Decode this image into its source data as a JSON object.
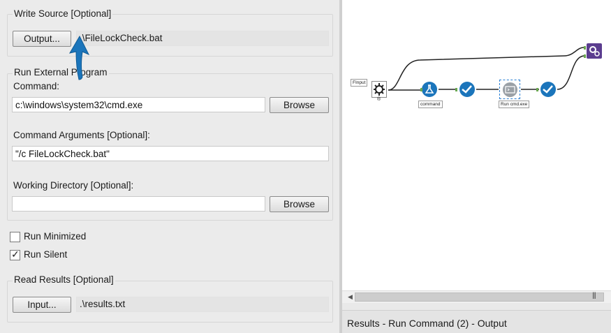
{
  "write_source": {
    "title": "Write Source [Optional]",
    "output_button": "Output...",
    "output_file": ".\\FileLockCheck.bat"
  },
  "run_external": {
    "title": "Run External Program",
    "command_label": "Command:",
    "command_value": "c:\\windows\\system32\\cmd.exe",
    "browse_label": "Browse",
    "args_label": "Command Arguments [Optional]:",
    "args_value": "\"/c FileLockCheck.bat\"",
    "workdir_label": "Working Directory [Optional]:",
    "workdir_value": "",
    "browse_label_2": "Browse"
  },
  "options": {
    "run_minimized_label": "Run Minimized",
    "run_minimized": false,
    "run_silent_label": "Run Silent",
    "run_silent": true
  },
  "read_results": {
    "title": "Read Results [Optional]",
    "input_button": "Input...",
    "input_file": ".\\results.txt"
  },
  "canvas": {
    "text_input_label": "FInput",
    "formula_label": "command",
    "run_command_label": "Run cmd.exe"
  },
  "results_bar": {
    "text": "Results - Run Command (2) - Output"
  },
  "colors": {
    "accent_blue": "#1b75bb",
    "tool_purple": "#5b3d8f",
    "connector_green": "#6aa84f"
  },
  "icons": {
    "callout": "blue-up-arrow-icon",
    "scroll_left": "left-triangle-icon",
    "scroll_grip": "grip-lines-icon"
  }
}
